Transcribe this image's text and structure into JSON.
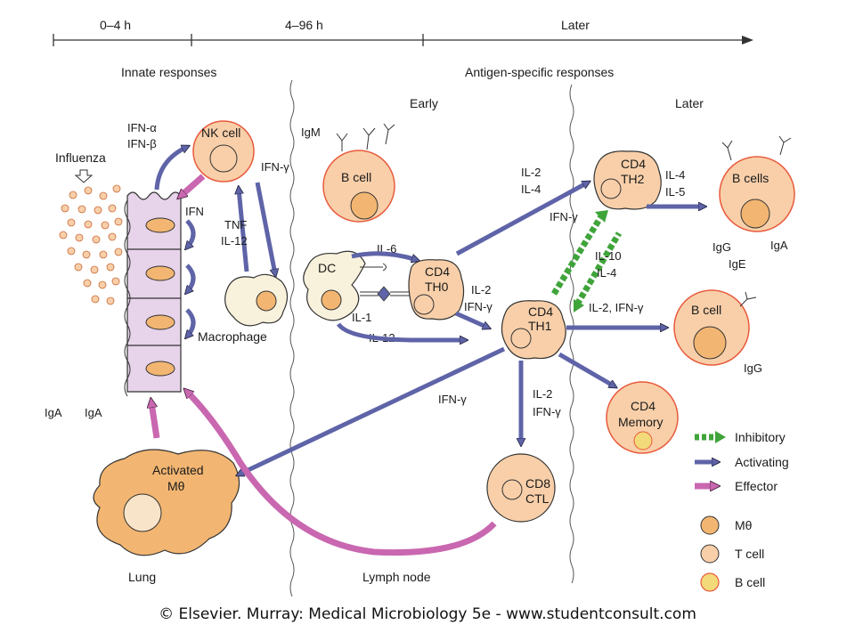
{
  "timeline": {
    "ticks": [
      "0–4 h",
      "4–96 h",
      "Later"
    ]
  },
  "sections": {
    "innate": "Innate responses",
    "antigen_specific": "Antigen-specific responses",
    "early": "Early",
    "later": "Later"
  },
  "cells": {
    "nk_cell": "NK cell",
    "b_cell_early": "B cell",
    "igm": "IgM",
    "dc": "DC",
    "cd4_th0": [
      "CD4",
      "TH0"
    ],
    "cd4_th1": [
      "CD4",
      "TH1"
    ],
    "cd4_th2": [
      "CD4",
      "TH2"
    ],
    "b_cells_later": "B cells",
    "b_cell_later": "B cell",
    "cd4_memory": [
      "CD4",
      "Memory"
    ],
    "cd8_ctl": [
      "CD8",
      "CTL"
    ],
    "activated_macrophage": [
      "Activated",
      "Mθ"
    ],
    "macrophage": "Macrophage",
    "influenza": "Influenza"
  },
  "labels": {
    "ifn_alpha": "IFN-α",
    "ifn_beta": "IFN-β",
    "ifn": "IFN",
    "ifn_gamma": "IFN-γ",
    "tnf": "TNF",
    "il12": "IL-12",
    "il6": "IL-6",
    "il1": "IL-1",
    "il2": "IL-2",
    "il4": "IL-4",
    "il5": "IL-5",
    "il10": "IL-10",
    "il2_ifng": "IL-2, IFN-γ",
    "iga": "IgA",
    "igg": "IgG",
    "ige": "IgE"
  },
  "locations": {
    "lung": "Lung",
    "lymph_node": "Lymph node"
  },
  "legend": {
    "inhibitory": "Inhibitory",
    "activating": "Activating",
    "effector": "Effector",
    "macrophage": "Mθ",
    "t_cell": "T cell",
    "b_cell": "B cell"
  },
  "colors": {
    "activating": "#5f64a8",
    "effector": "#c967b0",
    "inhibitory": "#3fa43a",
    "t_cell_fill": "#f8cfa9",
    "macrophage_fill": "#f2b672",
    "b_cell_border": "#e85a3c",
    "epithelium": "#e7d3ea"
  },
  "copyright": "© Elsevier. Murray: Medical Microbiology 5e - www.studentconsult.com"
}
